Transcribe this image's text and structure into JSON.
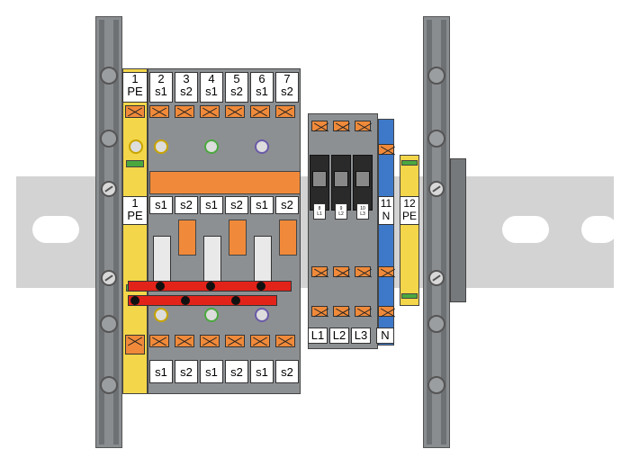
{
  "upper_labels": [
    {
      "num": "1",
      "sub": "PE"
    },
    {
      "num": "2",
      "sub": "s1"
    },
    {
      "num": "3",
      "sub": "s2"
    },
    {
      "num": "4",
      "sub": "s1"
    },
    {
      "num": "5",
      "sub": "s2"
    },
    {
      "num": "6",
      "sub": "s1"
    },
    {
      "num": "7",
      "sub": "s2"
    }
  ],
  "middle_labels": [
    {
      "num": "1",
      "sub": "PE"
    },
    {
      "num": "",
      "sub": "s1"
    },
    {
      "num": "",
      "sub": "s2"
    },
    {
      "num": "",
      "sub": "s1"
    },
    {
      "num": "",
      "sub": "s2"
    },
    {
      "num": "",
      "sub": "s1"
    },
    {
      "num": "",
      "sub": "s2"
    }
  ],
  "lower_labels": [
    "s1",
    "s2",
    "s1",
    "s2",
    "s1",
    "s2"
  ],
  "fuse_holder_labels": [
    {
      "num": "8",
      "sub": "L1"
    },
    {
      "num": "9",
      "sub": "L2"
    },
    {
      "num": "10",
      "sub": "L3"
    }
  ],
  "neutral_label": {
    "num": "11",
    "sub": "N"
  },
  "pe_right_label": {
    "num": "12",
    "sub": "PE"
  },
  "phase_labels": [
    "L1",
    "L2",
    "L3",
    "N"
  ],
  "colors": {
    "rail": "#d3d3d3",
    "housing": "#8d9093",
    "pe_yellow": "#f3d64a",
    "pe_green": "#4aa83f",
    "neutral_blue": "#3e79c9",
    "lever_orange": "#f08a3a",
    "bridge_red": "#e2231a"
  }
}
